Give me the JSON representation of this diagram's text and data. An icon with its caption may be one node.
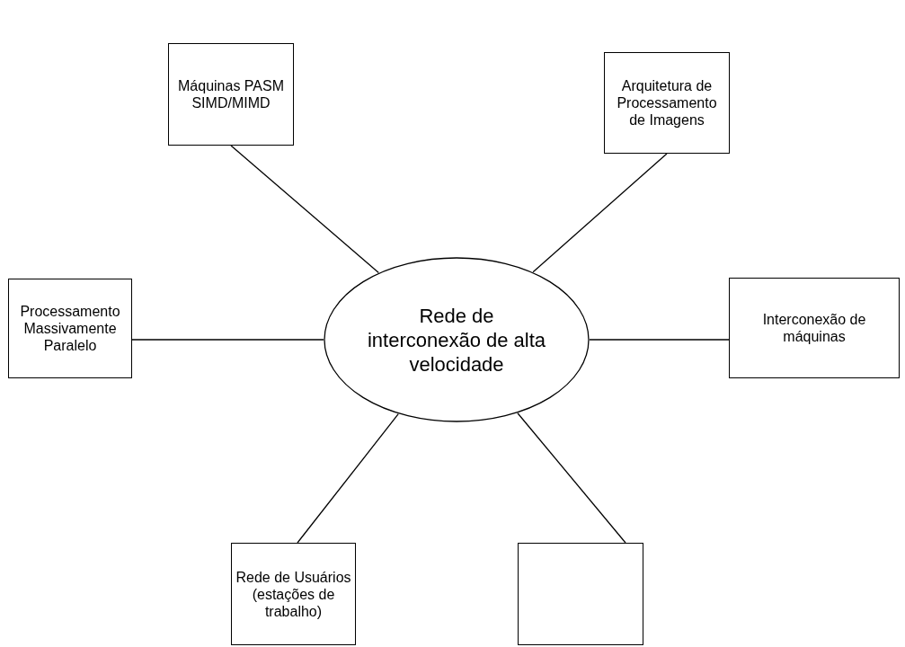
{
  "diagram": {
    "nodes": [
      {
        "text": [
          "Máquinas PASM SIMD/MIMD"
        ]
      },
      {
        "text": [
          "Arquitetura de Processamento de Imagens"
        ]
      },
      {
        "text": [
          "Processamento Massivamente Paralelo"
        ]
      },
      {
        "text": [
          "Rede de interconexão de alta velocidade"
        ]
      },
      {
        "text": [
          "Interconexão de máquinas"
        ]
      },
      {
        "text": [
          "Rede de Usuários (estações de trabalho)"
        ]
      },
      {
        "text": [],
        "shape": "box"
      }
    ],
    "edges": [
      {
        "from": 3,
        "to": 0,
        "arrow": "none"
      },
      {
        "from": 3,
        "to": 1,
        "arrow": "none"
      },
      {
        "from": 3,
        "to": 2,
        "arrow": "none"
      },
      {
        "from": 3,
        "to": 4,
        "arrow": "none"
      },
      {
        "from": 3,
        "to": 5,
        "arrow": "none"
      },
      {
        "from": 3,
        "to": 6,
        "arrow": "none"
      }
    ]
  }
}
